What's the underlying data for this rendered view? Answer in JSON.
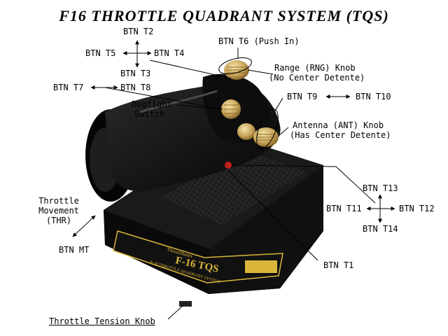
{
  "title": "F16 THROTTLE QUADRANT SYSTEM (TQS)",
  "labels": {
    "t2": "BTN T2",
    "t5": "BTN T5",
    "t4": "BTN T4",
    "t3": "BTN T3",
    "t6": "BTN T6 (Push In)",
    "t7": "BTN T7",
    "t8": "BTN T8",
    "rng1": "Range (RNG) Knob",
    "rng2": "(No Center Detente)",
    "dog1": "Dogfight",
    "dog2": "Switch",
    "t9": "BTN T9",
    "t10": "BTN T10",
    "ant1": "Antenna (ANT) Knob",
    "ant2": "(Has Center Detente)",
    "thr1": "Throttle",
    "thr2": "Movement",
    "thr3": "(THR)",
    "mt": "BTN MT",
    "t13": "BTN T13",
    "t11": "BTN T11",
    "t12": "BTN T12",
    "t14": "BTN T14",
    "t1": "BTN T1",
    "tension": "Throttle Tension Knob"
  },
  "plate": {
    "brand": "ThrustMaster",
    "model": "F-16 TQS",
    "subtitle": "F-16 THROTTLE QUADRANT SYSTEM"
  },
  "colors": {
    "body": "#141414",
    "gold": "#d9b63a",
    "knob": "#c9a45a"
  }
}
